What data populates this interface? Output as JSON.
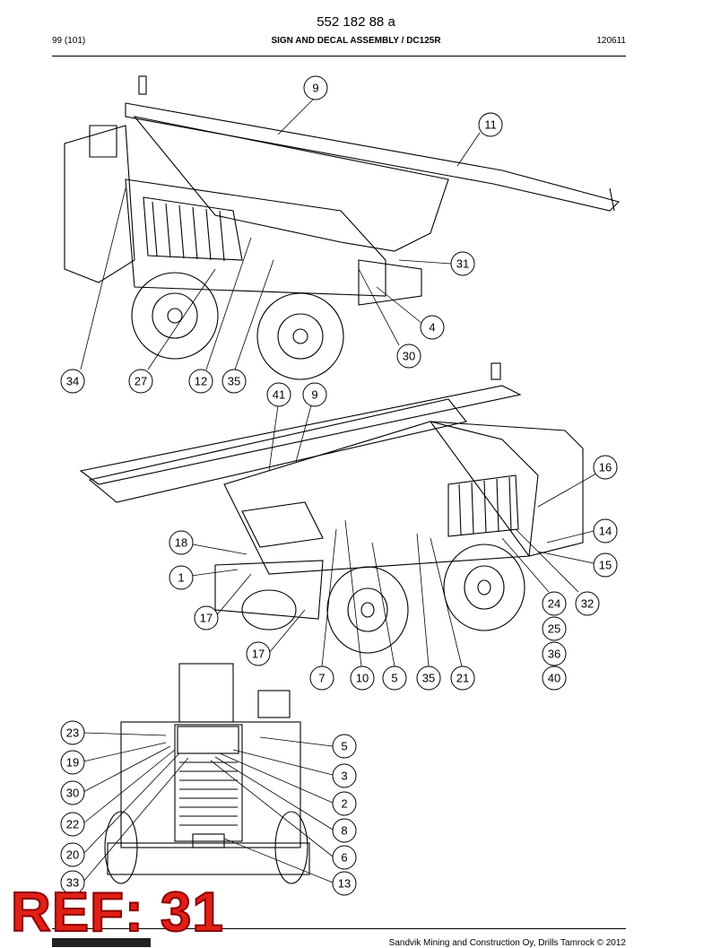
{
  "header": {
    "doc_number": "552 182 88 a",
    "page": "99 (101)",
    "title": "SIGN AND DECAL ASSEMBLY / DC125R",
    "date_code": "120611"
  },
  "watermark": "REF: 31",
  "footer": {
    "copyright": "Sandvik Mining and Construction Oy, Drills Tamrock © 2012"
  },
  "callouts": {
    "view1": [
      "9",
      "11",
      "31",
      "4",
      "30",
      "34",
      "27",
      "12",
      "35"
    ],
    "view2": [
      "41",
      "9",
      "16",
      "14",
      "15",
      "18",
      "1",
      "17",
      "17",
      "7",
      "10",
      "5",
      "35",
      "21",
      "24",
      "32",
      "25",
      "36",
      "40"
    ],
    "view3": [
      "23",
      "19",
      "30",
      "22",
      "20",
      "33",
      "5",
      "3",
      "2",
      "8",
      "6",
      "13"
    ]
  }
}
